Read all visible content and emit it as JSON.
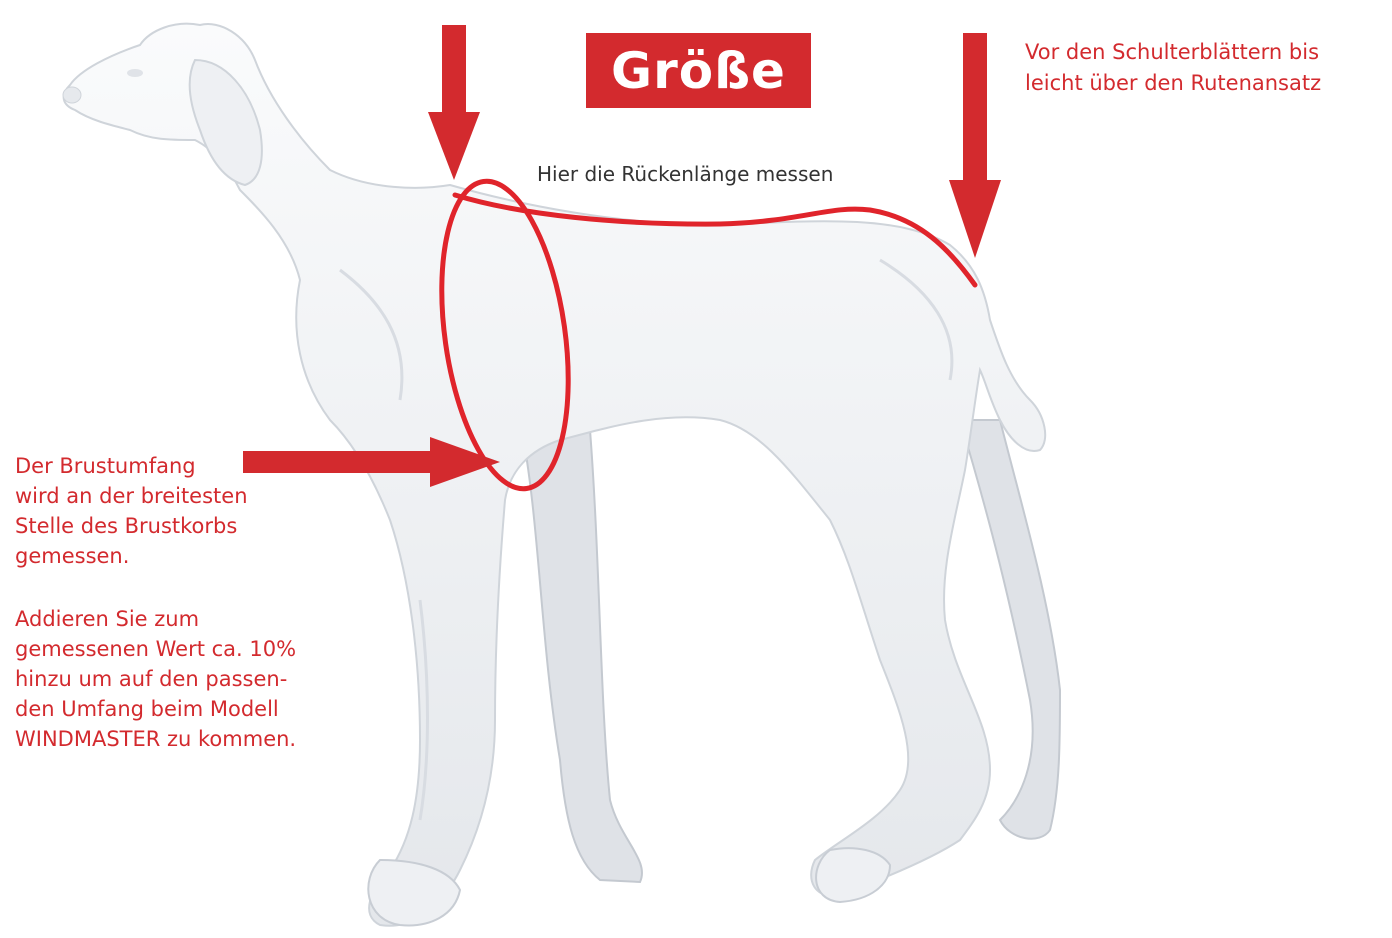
{
  "title": "Größe",
  "tail_note": "Vor den Schulterblättern bis\nleicht über den Rutenansatz",
  "back_length_label": "Hier die Rückenlänge messen",
  "chest_note": "Der Brustumfang\nwird an der breitesten\nStelle des Brustkorbs\ngemessen.",
  "add_note": "Addieren Sie zum\ngemessenen Wert ca. 10%\nhinzu um auf den passen-\nden Umfang beim Modell\nWINDMASTER zu kommen.",
  "colors": {
    "accent": "#d32a2e",
    "dog_fill": "#f4f5f7",
    "dog_shade": "#d9dde3"
  }
}
